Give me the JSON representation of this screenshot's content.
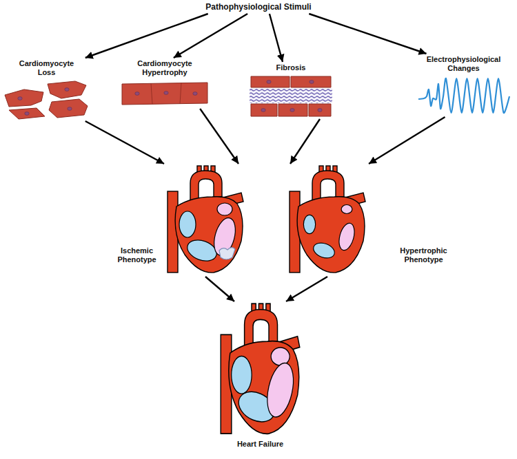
{
  "diagram": {
    "nodes": [
      {
        "text": [
          "Pathophysiological Stimuli"
        ]
      },
      {
        "text": [
          "Cardiomyocyte Loss"
        ]
      },
      {
        "text": [
          "Cardiomyocyte Hypertrophy"
        ]
      },
      {
        "text": [
          "Fibrosis"
        ]
      },
      {
        "text": [
          "Electrophysiological Changes"
        ]
      },
      {
        "text": [
          "Ischemic Phenotype"
        ]
      },
      {
        "text": [
          "Hypertrophic Phenotype"
        ]
      },
      {
        "text": [
          "Heart Failure"
        ]
      }
    ],
    "edges": [
      {
        "from": 0,
        "to": 1,
        "arrow": "to"
      },
      {
        "from": 0,
        "to": 2,
        "arrow": "to"
      },
      {
        "from": 0,
        "to": 3,
        "arrow": "to"
      },
      {
        "from": 0,
        "to": 4,
        "arrow": "to"
      },
      {
        "from": 1,
        "to": 5,
        "arrow": "to"
      },
      {
        "from": 2,
        "to": 5,
        "arrow": "to"
      },
      {
        "from": 3,
        "to": 6,
        "arrow": "to"
      },
      {
        "from": 4,
        "to": 6,
        "arrow": "to"
      },
      {
        "from": 5,
        "to": 7,
        "arrow": "to"
      },
      {
        "from": 6,
        "to": 7,
        "arrow": "to"
      }
    ]
  }
}
